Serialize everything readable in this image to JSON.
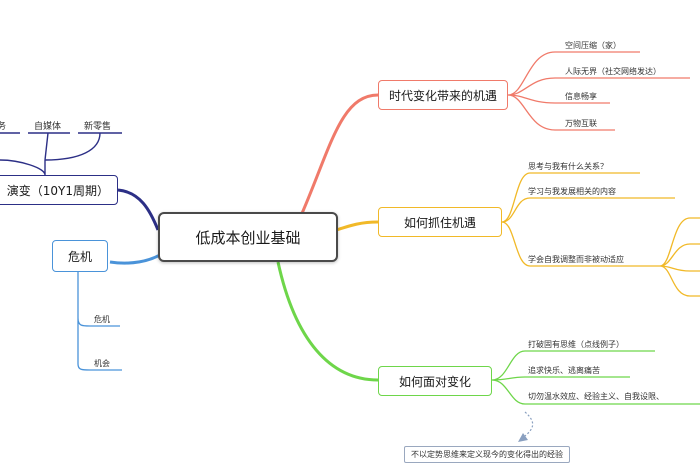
{
  "central": {
    "label": "低成本创业基础"
  },
  "branches": {
    "opportunity": {
      "label": "时代变化带来的机遇",
      "color": "#f07a6a",
      "children": [
        "空间压缩（家）",
        "人际无界（社交网络发达）",
        "信息畅享",
        "万物互联"
      ]
    },
    "grasp": {
      "label": "如何抓住机遇",
      "color": "#f1b928",
      "children": [
        "思考与我有什么关系？",
        "学习与我发展相关的内容",
        "学会自我调整而非被动适应"
      ]
    },
    "face": {
      "label": "如何面对变化",
      "color": "#6ed64a",
      "children": [
        "打破固有思维（点线例子）",
        "追求快乐、逃离痛苦",
        "切勿温水效应、经验主义、自我设限、"
      ]
    },
    "evolution": {
      "label": "演变（10Y1周期）",
      "color": "#2c2f86",
      "children": [
        "商务",
        "自媒体",
        "新零售"
      ]
    },
    "crisis": {
      "label": "危机",
      "color": "#4a93d9",
      "children": [
        "危机",
        "机会"
      ]
    }
  },
  "note": {
    "text": "不以定势思维来定义现今的变化得出的经验"
  }
}
